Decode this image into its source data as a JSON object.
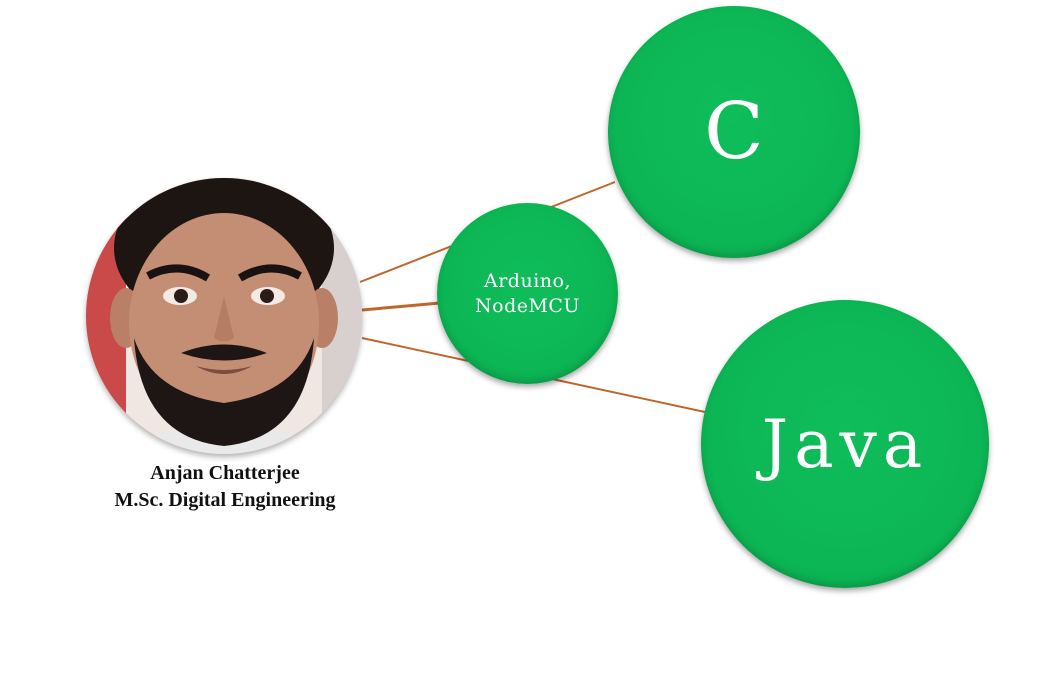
{
  "person": {
    "name": "Anjan Chatterjee",
    "degree": "M.Sc. Digital Engineering",
    "photo": "portrait photo of a bearded man"
  },
  "nodes": {
    "arduino": "Arduino,\nNodeMCU",
    "c": "C",
    "java": "Java"
  },
  "colors": {
    "node_fill": "#0cb554",
    "node_text": "#ffffff",
    "connector": "#c0662b"
  }
}
